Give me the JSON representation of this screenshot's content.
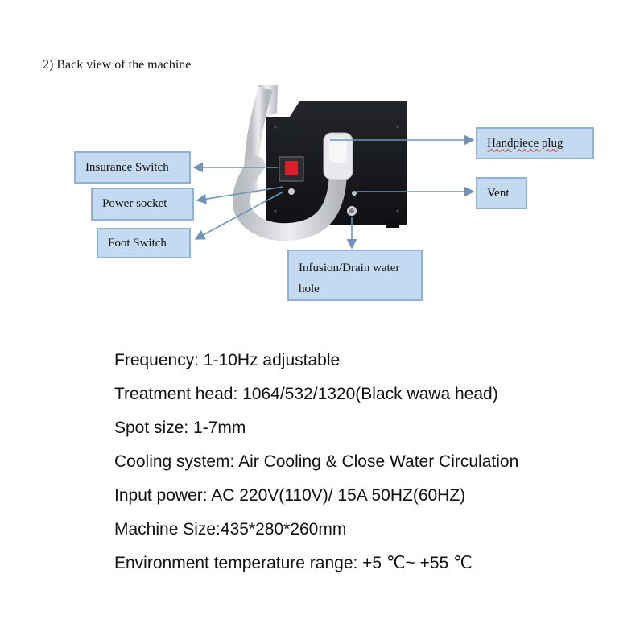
{
  "page": {
    "title": "2) Back view of the machine"
  },
  "callouts": {
    "insurance_switch": "Insurance Switch",
    "power_socket": "Power socket",
    "foot_switch": "Foot Switch",
    "handpiece_plug": "Handpiece plug",
    "vent": "Vent",
    "infusion_drain": "Infusion/Drain water hole"
  },
  "specs": [
    "Frequency: 1-10Hz adjustable",
    "Treatment head: 1064/532/1320(Black wawa head)",
    "Spot size: 1-7mm",
    "Cooling system: Air Cooling & Close Water Circulation",
    "Input power: AC 220V(110V)/ 15A 50HZ(60HZ)",
    "Machine Size:435*280*260mm",
    "Environment temperature range: +5 ℃~ +55 ℃"
  ],
  "colors": {
    "callout_fill": "#c3daf0",
    "callout_border": "#8fb2d6",
    "arrow": "#6f93b8",
    "machine_body": "#16181b",
    "hose": "#d3d6da"
  }
}
